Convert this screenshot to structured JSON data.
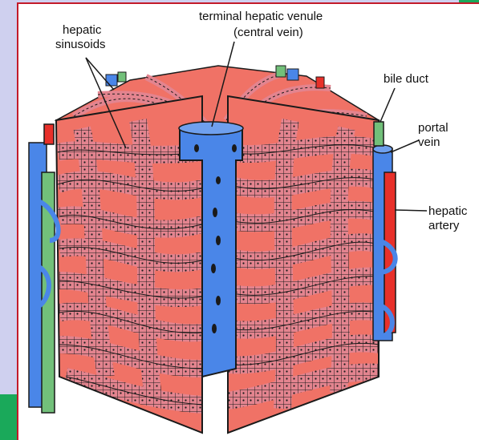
{
  "labels": {
    "hepatic_sinusoids_line1": "hepatic",
    "hepatic_sinusoids_line2": "sinusoids",
    "terminal_line1": "terminal hepatic venule",
    "terminal_line2": "(central vein)",
    "bile_duct": "bile duct",
    "portal_vein_line1": "portal",
    "portal_vein_line2": "vein",
    "hepatic_artery_line1": "hepatic",
    "hepatic_artery_line2": "artery"
  },
  "colors": {
    "background": "#cfd0ef",
    "frame_border": "#c31a2a",
    "accent_green": "#1aa95a",
    "parenchyma_pink": "#e3848f",
    "sinusoid_red": "#f07266",
    "vein_blue": "#4a86e8",
    "artery_red": "#e8302a",
    "bile_green": "#72c07a",
    "outline": "#1a1a1a"
  }
}
